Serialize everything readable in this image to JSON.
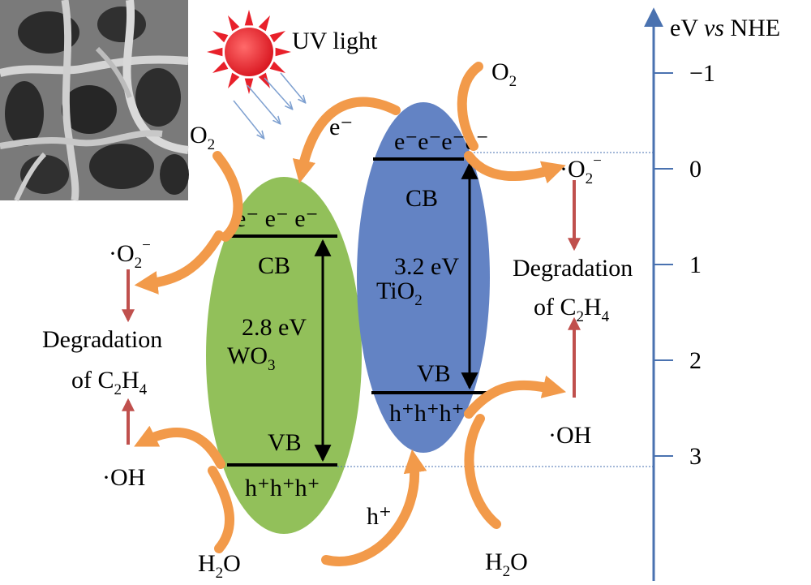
{
  "light": {
    "label": "UV light"
  },
  "axis": {
    "label_pre": "eV ",
    "label_italic": "vs",
    "label_post": " NHE",
    "ticks": [
      "−1",
      "0",
      "1",
      "2",
      "3"
    ]
  },
  "wo3": {
    "name_main": "WO",
    "name_sub": "3",
    "cb": "CB",
    "vb": "VB",
    "gap": "2.8 eV",
    "electrons": "e⁻ e⁻ e⁻",
    "holes": "h⁺h⁺h⁺"
  },
  "tio2": {
    "name_main": "TiO",
    "name_sub": "2",
    "cb": "CB",
    "vb": "VB",
    "gap": "3.2 eV",
    "electrons": "e⁻e⁻e⁻e⁻",
    "holes": "h⁺h⁺h⁺"
  },
  "transfer": {
    "electron": "e⁻",
    "hole": "h⁺"
  },
  "species": {
    "o2_main": "O",
    "o2_sub": "2",
    "superoxide_main": "·O",
    "superoxide_sub": "2",
    "superoxide_sup": "−",
    "hydroxyl": "·OH",
    "water_h": "H",
    "water_sub": "2",
    "water_o": "O"
  },
  "degradation": {
    "line1": "Degradation",
    "line2_pre": "of C",
    "line2_sub1": "2",
    "line2_mid": "H",
    "line2_sub2": "4"
  },
  "colors": {
    "wo3_fill": "#92c05a",
    "tio2_fill": "#6383c4",
    "axis": "#4a72b0",
    "sun": "#e8202a",
    "curved_arrow": "#f29a4a",
    "down_arrow": "#c0504d",
    "light_ray": "#7ea0d0"
  }
}
